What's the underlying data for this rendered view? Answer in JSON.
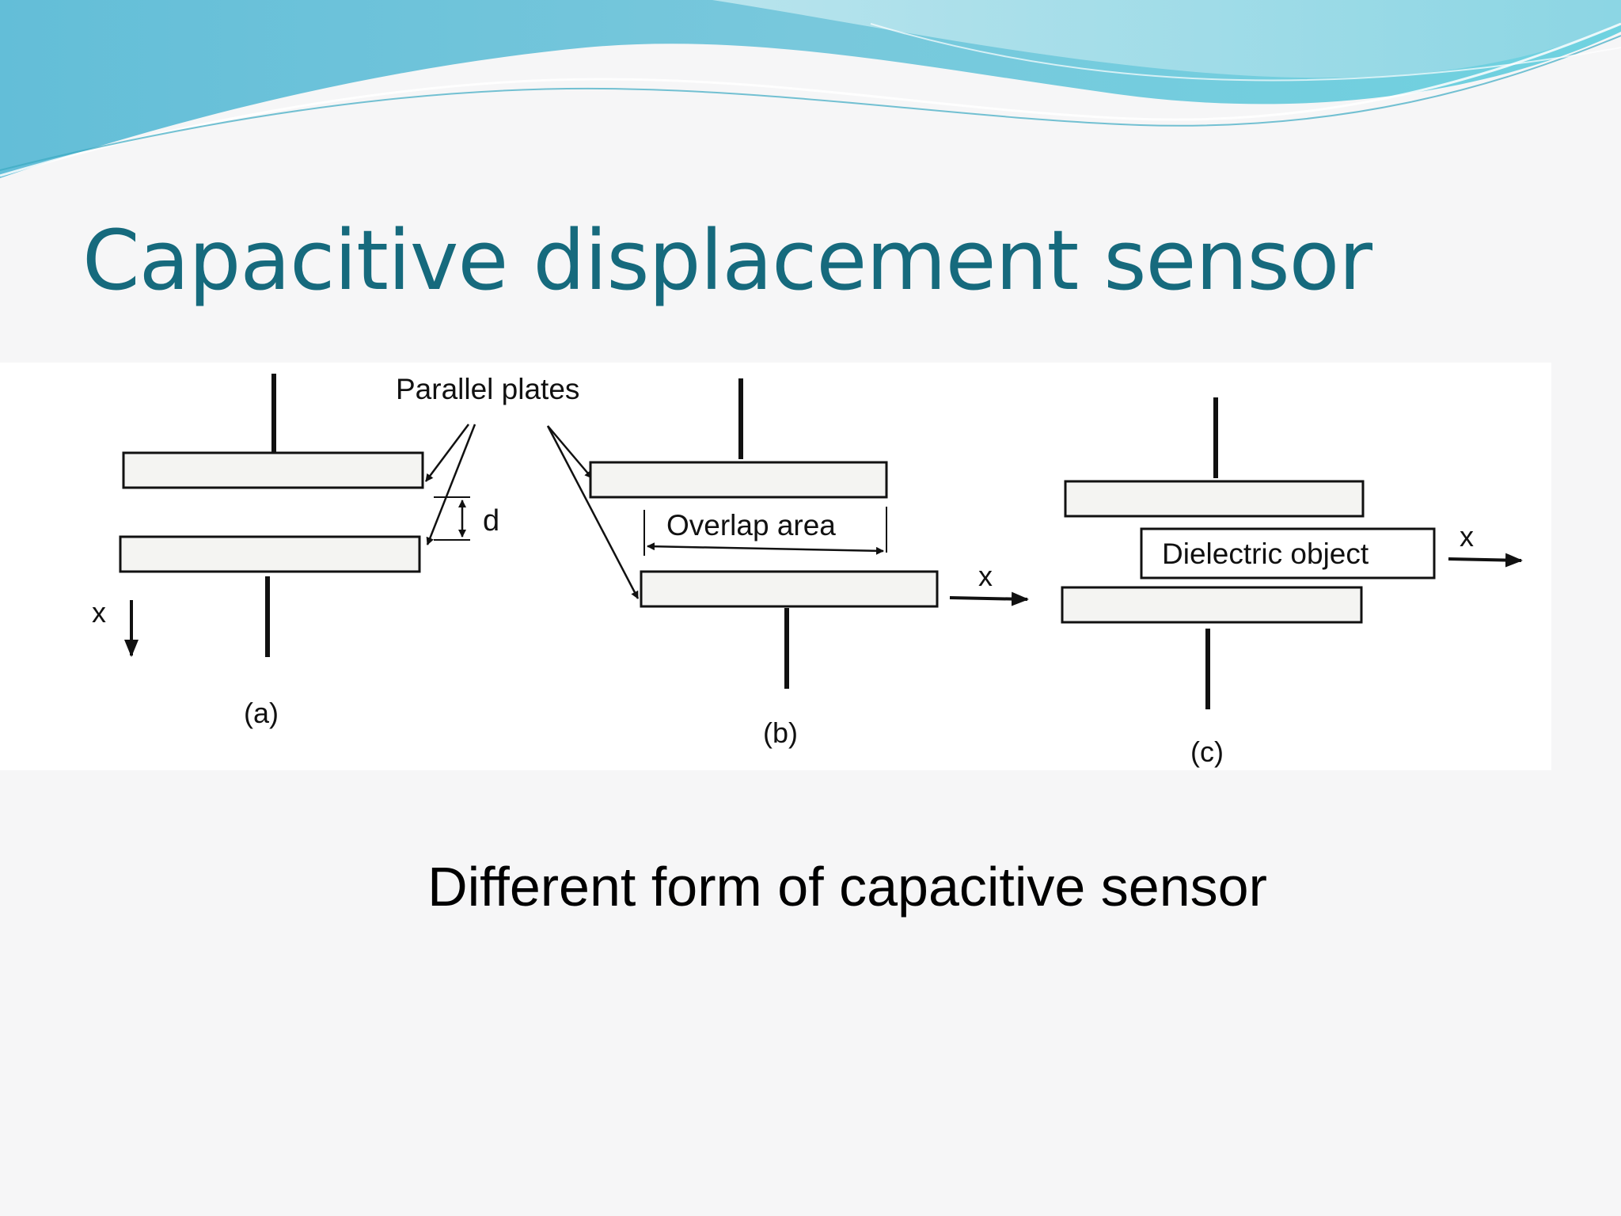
{
  "slide": {
    "title": "Capacitive displacement sensor",
    "caption": "Different form of capacitive sensor",
    "colors": {
      "title": "#166a7d",
      "wave_dark": "#5fb9d2",
      "wave_light": "#a9e0ea",
      "background": "#f6f6f7"
    }
  },
  "figure": {
    "parallel_plates_label": "Parallel plates",
    "gap_label": "d",
    "overlap_label": "Overlap area",
    "dielectric_label": "Dielectric object",
    "displacement_label": "x",
    "panel_labels": [
      "(a)",
      "(b)",
      "(c)"
    ]
  }
}
